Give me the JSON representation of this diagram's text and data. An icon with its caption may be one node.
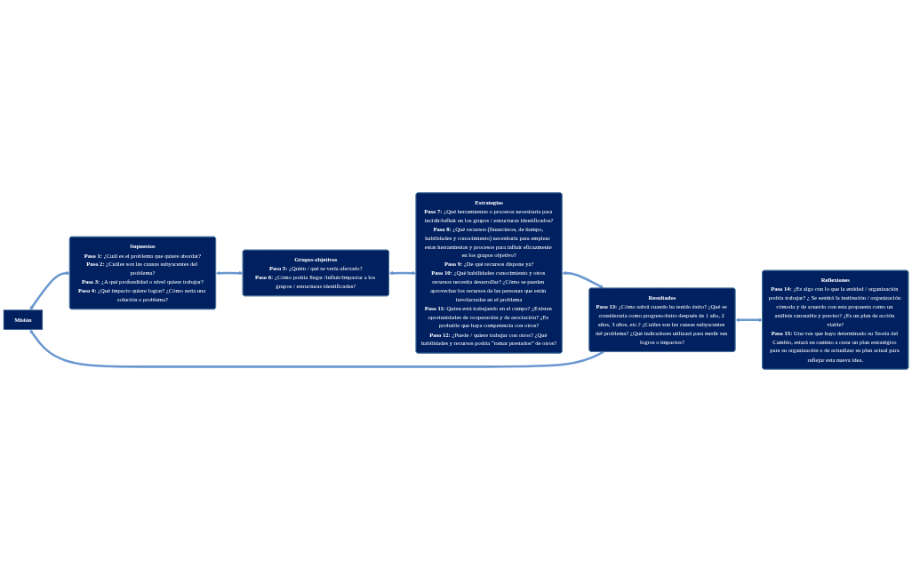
{
  "diagram": {
    "nodes": [
      {
        "text": [
          "Misión"
        ]
      },
      {
        "text": [
          "Supuestos",
          "**Paso 1:** ¿Cuál es el problema que quiere abordar?",
          "**Paso 2:** ¿Cuáles son las causas subyacentes del problema?",
          "**Paso 3:** ¿A qué profundidad o nivel quiere trabajar?",
          "**Paso 4:** ¿Qué impacto quiere lograr? ¿Cómo sería una solución o problema?"
        ]
      },
      {
        "text": [
          "Grupos objetivos",
          "**Paso 5:** ¿Quién / qué se vería afectado?",
          "**Paso 6:** ¿Cómo podría llegar /influir/impactar a los grupos / estructuras identificadas?"
        ]
      },
      {
        "text": [
          "Estrategias",
          "**Paso 7:** ¿Qué herramientas o procesos necesitaría para incidir/influir en los grupos / estructuras identificados?",
          "**Paso 8:** ¿Qué recursos (financieros, de tiempo, habilidades y conocimiento) necesitaría para emplear  estas herramientas y procesos para influir eficazmente en los grupos objetivo?",
          "**Paso 9:** ¿De qué recursos dispone ya?",
          "**Paso 10:** ¿Qué habilidades conocimiento y otros recursos necesita desarrollar? ¿Cómo se pueden aprovechar los recursos de las personas que están involucradas en el problema",
          "**Paso 11:** Quien está trabajando en el campo? ¿Existen oportunidades de cooperación y de asociación? ¿Es probable que haya competencia con otros?",
          "**Paso 12:** ¿Puede / quiere trabajar con otros? ¿Qué habilidades y recursos podría “tomar prestados” de otros?"
        ]
      },
      {
        "text": [
          "Resultados",
          "**Paso 13:** ¿Cómo sabrá cuando ha tenido éxito? ¿Qué se consideraría como progreso/éxito después de 1 año, 2 años, 3 años, etc.? ¿Cuáles son las causas subyacentes del problema? ¿Qué indicadores utilizará para medir sus logros o impactos?"
        ]
      },
      {
        "text": [
          "Reflexiones",
          "**Paso 14:** ¿Es algo con lo que la entidad / organización podría trabajar? ¿ Se sentirá la institución / organización cómoda y de acuerdo con esta propuesta como un análisis razonable y preciso? ¿Es un plan de acción viable?",
          "**Paso 15:** Una vez que haya determinado su Teoría del Cambio, estará en camino a crear un plan estratégico para su organización o de actualizar su plan actual para reflejar esta nueva idea."
        ]
      }
    ],
    "edges": [
      {
        "from": 0,
        "to": 1,
        "arrow": "both"
      },
      {
        "from": 1,
        "to": 2,
        "arrow": "both"
      },
      {
        "from": 2,
        "to": 3,
        "arrow": "both"
      },
      {
        "from": 3,
        "to": 4,
        "arrow": "both"
      },
      {
        "from": 4,
        "to": 0,
        "arrow": "to"
      },
      {
        "from": 4,
        "to": 5,
        "arrow": "both"
      }
    ]
  }
}
